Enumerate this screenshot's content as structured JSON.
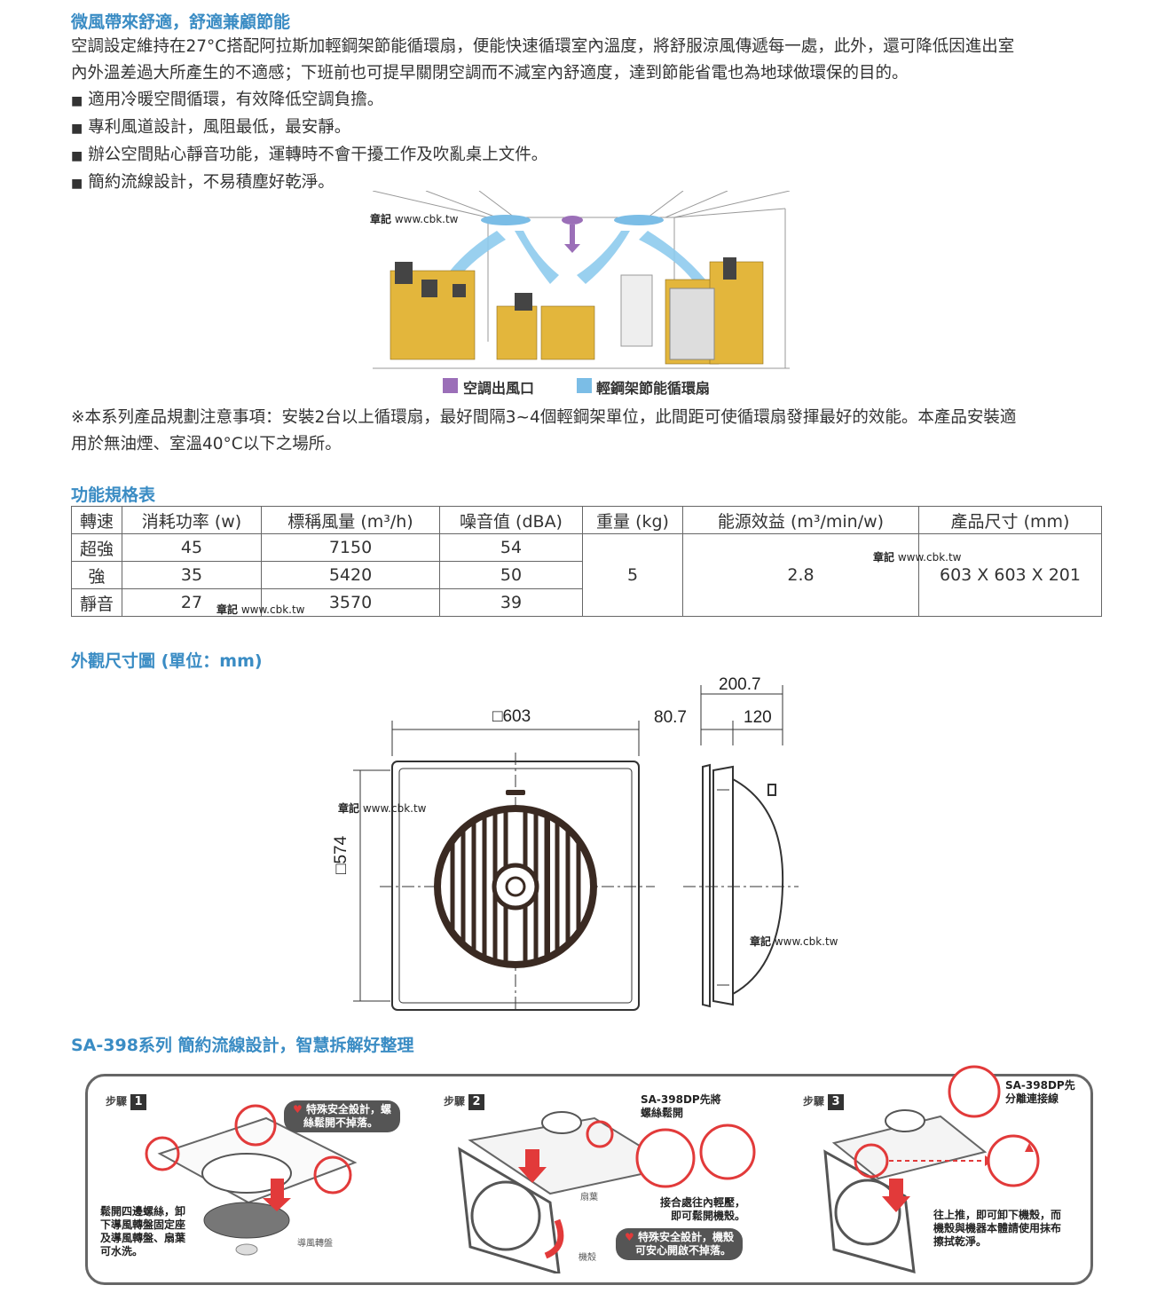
{
  "intro": {
    "title": "微風帶來舒適，舒適兼顧節能",
    "para_line1": "空調設定維持在27°C搭配阿拉斯加輕鋼架節能循環扇，便能快速循環室內溫度，將舒服涼風傳遞每一處，此外，還可降低因進出室",
    "para_line2": "內外溫差過大所產生的不適感；下班前也可提早關閉空調而不減室內舒適度，達到節能省電也為地球做環保的目的。",
    "bullets": [
      "適用冷暖空間循環，有效降低空調負擔。",
      "專利風道設計，風阻最低，最安靜。",
      "辦公空間貼心靜音功能，運轉時不會干擾工作及吹亂桌上文件。",
      "簡約流線設計，不易積塵好乾淨。"
    ]
  },
  "watermark": {
    "label": "章記",
    "url": "www.cbk.tw"
  },
  "room_legend": {
    "ac_outlet": "空調出風口",
    "fan": "輕鋼架節能循環扇",
    "ac_color": "#9b6fb8",
    "fan_color": "#7bbde6"
  },
  "notice": {
    "line1": "※本系列產品規劃注意事項：安裝2台以上循環扇，最好間隔3~4個輕鋼架單位，此間距可使循環扇發揮最好的效能。本產品安裝適",
    "line2": "用於無油煙、室溫40°C以下之場所。"
  },
  "spec": {
    "title": "功能規格表",
    "headers": [
      "轉速",
      "消耗功率 (w)",
      "標稱風量 (m³/h)",
      "噪音值 (dBA)",
      "重量 (kg)",
      "能源效益 (m³/min/w)",
      "產品尺寸 (mm)"
    ],
    "rows": [
      {
        "speed": "超強",
        "power": "45",
        "flow": "7150",
        "noise": "54"
      },
      {
        "speed": "強",
        "power": "35",
        "flow": "5420",
        "noise": "50"
      },
      {
        "speed": "靜音",
        "power": "27",
        "flow": "3570",
        "noise": "39"
      }
    ],
    "weight": "5",
    "efficiency": "2.8",
    "size": "603 X 603 X 201"
  },
  "dims": {
    "title": "外觀尺寸圖 (單位：mm)",
    "width": "□603",
    "height": "□574",
    "depth_total": "200.7",
    "depth_front": "80.7",
    "depth_back": "120"
  },
  "steps": {
    "title": "SA-398系列 簡約流線設計，智慧拆解好整理",
    "step_label": "步驟",
    "step1_num": "1",
    "step2_num": "2",
    "step3_num": "3",
    "step1_pill_l1": "特殊安全設計，螺",
    "step1_pill_l2": "絲鬆開不掉落。",
    "step1_note_l1": "鬆開四邊螺絲，卸",
    "step1_note_l2": "下導風轉盤固定座",
    "step1_note_l3": "及導風轉盤、扇葉",
    "step1_note_l4": "可水洗。",
    "step1_part": "導風轉盤",
    "step2_title_l1": "SA-398DP先將",
    "step2_title_l2": "螺絲鬆開",
    "step2_blade": "扇葉",
    "step2_housing": "機殼",
    "step2_note_l1": "接合處往內輕壓，",
    "step2_note_l2": "即可鬆開機殼。",
    "step2_pill_l1": "特殊安全設計，機殼",
    "step2_pill_l2": "可安心開啟不掉落。",
    "step3_title_l1": "SA-398DP先",
    "step3_title_l2": "分離連接線",
    "step3_note_l1": "往上推，即可卸下機殼，而",
    "step3_note_l2": "機殼與機器本體請使用抹布",
    "step3_note_l3": "擦拭乾淨。"
  }
}
